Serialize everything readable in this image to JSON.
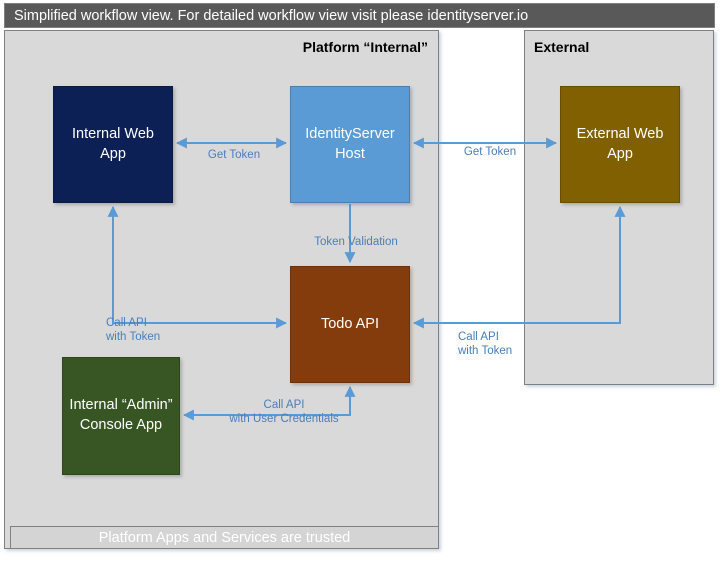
{
  "header": {
    "title": "Simplified workflow view. For detailed workflow view visit please identityserver.io"
  },
  "panels": {
    "platform": {
      "title": "Platform “Internal”",
      "trust_banner": "Platform Apps and Services are trusted"
    },
    "external": {
      "title": "External"
    }
  },
  "nodes": {
    "internal_web_app": {
      "label": "Internal Web App",
      "color": "#0d2056"
    },
    "identityserver_host": {
      "label": "IdentityServer Host",
      "color": "#5b9bd5"
    },
    "external_web_app": {
      "label": "External Web App",
      "color": "#806000"
    },
    "todo_api": {
      "label": "Todo API",
      "color": "#843c0c"
    },
    "internal_admin_console_app": {
      "label": "Internal “Admin” Console App",
      "color": "#375623"
    }
  },
  "edges": {
    "get_token_internal": {
      "label": "Get Token",
      "from": "internal_web_app",
      "to": "identityserver_host",
      "direction": "both"
    },
    "get_token_external": {
      "label": "Get Token",
      "from": "identityserver_host",
      "to": "external_web_app",
      "direction": "both"
    },
    "token_validation": {
      "label": "Token Validation",
      "from": "identityserver_host",
      "to": "todo_api",
      "direction": "down"
    },
    "call_api_with_token_internal": {
      "label_line1": "Call API",
      "label_line2": "with Token",
      "from": "todo_api",
      "to": "internal_web_app"
    },
    "call_api_with_token_external": {
      "label_line1": "Call API",
      "label_line2": "with Token",
      "from": "external_web_app",
      "to": "todo_api"
    },
    "call_api_with_user_credentials": {
      "label_line1": "Call API",
      "label_line2": "with User Credentials",
      "from": "todo_api",
      "to": "internal_admin_console_app"
    }
  },
  "colors": {
    "connector": "#5b9bd5",
    "panel_fill": "#d9d9d9",
    "panel_border": "#808080",
    "titlebar": "#595959"
  }
}
